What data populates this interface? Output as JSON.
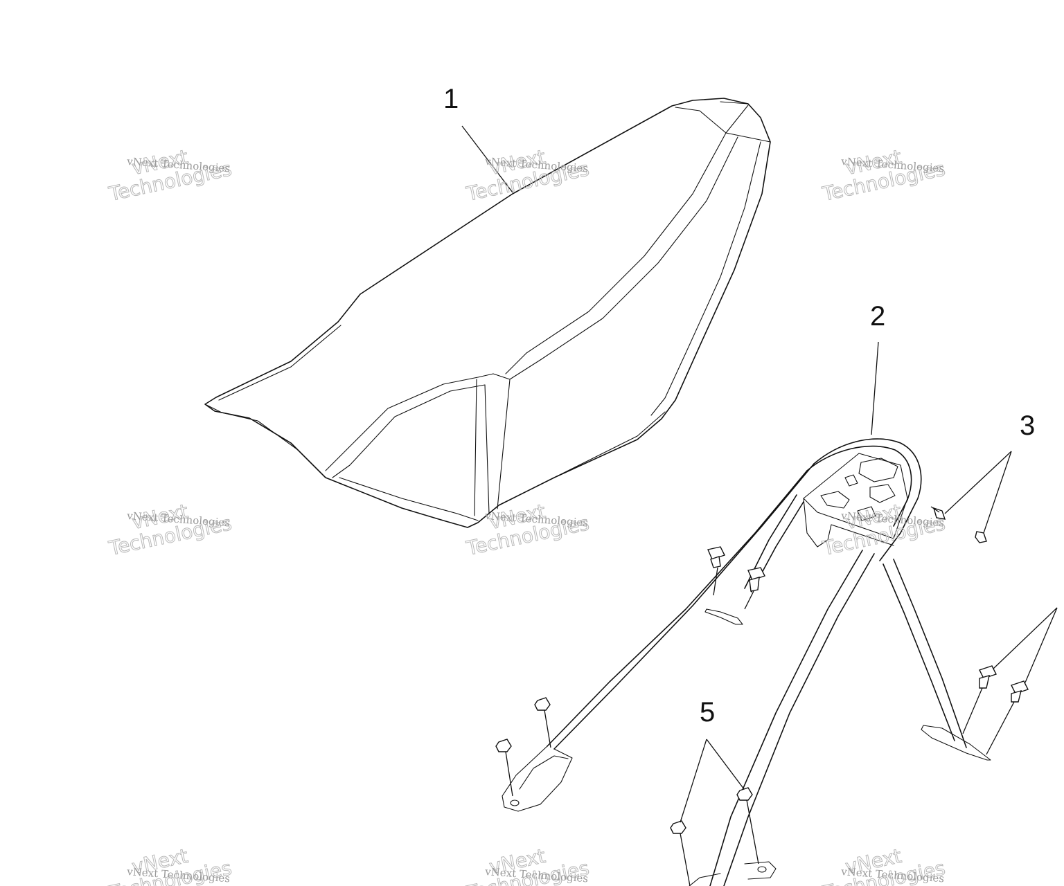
{
  "callouts": {
    "seat": "1",
    "rack": "2",
    "rack_bolts": "3",
    "nuts": "5"
  },
  "watermark": {
    "line_small": "vNext Technologies",
    "line_big_1": "vNext",
    "line_big_2": "Technologies"
  }
}
